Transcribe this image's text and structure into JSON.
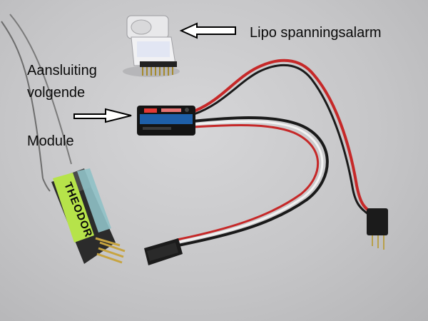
{
  "labels": {
    "lipo_alarm": "Lipo spanningsalarm",
    "connection_line1": "Aansluiting",
    "connection_line2": "volgende",
    "module": "Module"
  },
  "module_sticker_text": "THEODOR",
  "colors": {
    "background": "#c9c9cb",
    "arrow_fill": "#ffffff",
    "arrow_outline": "#000000",
    "label_text": "#0a0a0a",
    "wire_red": "#c62828",
    "wire_black": "#1a1a1a",
    "wire_white": "#f2f2f2",
    "sticker_green": "#b6e34a"
  }
}
